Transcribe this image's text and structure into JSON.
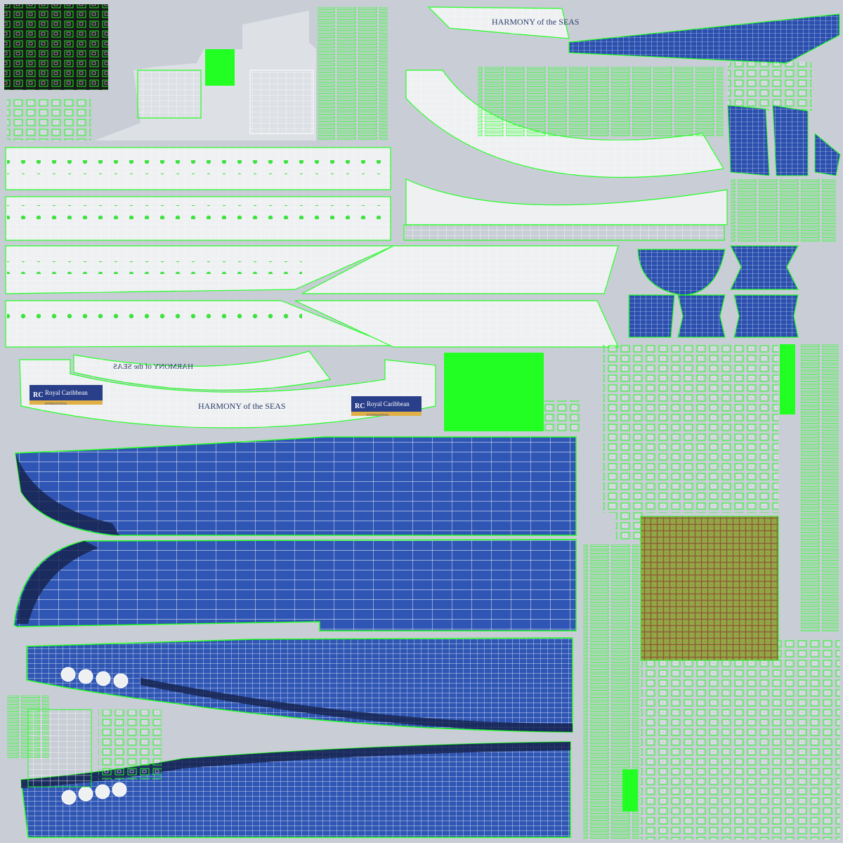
{
  "sheet": {
    "background": "#c9ced6",
    "wire_color": "#22ff22",
    "mesh_line_color": "#ffffff",
    "hull_color": "#2f56b4",
    "hull_dark_color": "#15214a",
    "shell_color": "#eef0f2",
    "gold_color": "#b39a4a",
    "thumbnail_bg": "#161a18"
  },
  "labels": {
    "ship_name": "HARMONY of the SEAS",
    "ship_name_mirrored": "HARMONY of the SEAS",
    "brand_name": "Royal Caribbean",
    "brand_sub": "INTERNATIONAL",
    "brand_mark": "RC"
  }
}
